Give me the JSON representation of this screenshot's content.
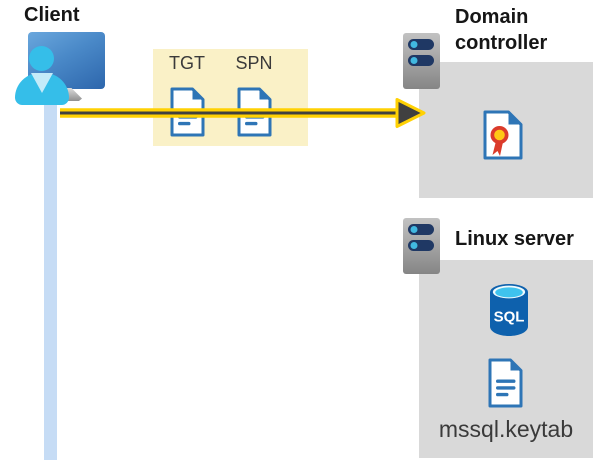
{
  "client": {
    "label": "Client"
  },
  "ticket_box": {
    "tgt_label": "TGT",
    "spn_label": "SPN"
  },
  "domain_controller": {
    "title": "Domain controller"
  },
  "linux_server": {
    "title": "Linux server",
    "sql_label": "SQL",
    "keytab_label": "mssql.keytab"
  },
  "colors": {
    "background": "#ffffff",
    "gray_box": "#d9d9d9",
    "yellow_box": "#faf1c7",
    "arrow_yellow": "#ffd103",
    "arrow_dark": "#404040",
    "client_bar_blue": "#c6dcf5",
    "document_blue": "#2e75b6",
    "monitor_blue": "#2d66ac",
    "person_cyan": "#35bee9",
    "server_navy": "#1f3864",
    "server_led_cyan": "#41b8e0",
    "sql_body_blue": "#0e61ad",
    "sql_top_cyan": "#3fc3ee",
    "certificate_red": "#db3b2b",
    "certificate_gold": "#ffc915",
    "title_text": "#161616",
    "label_text": "#3a3a3a"
  }
}
